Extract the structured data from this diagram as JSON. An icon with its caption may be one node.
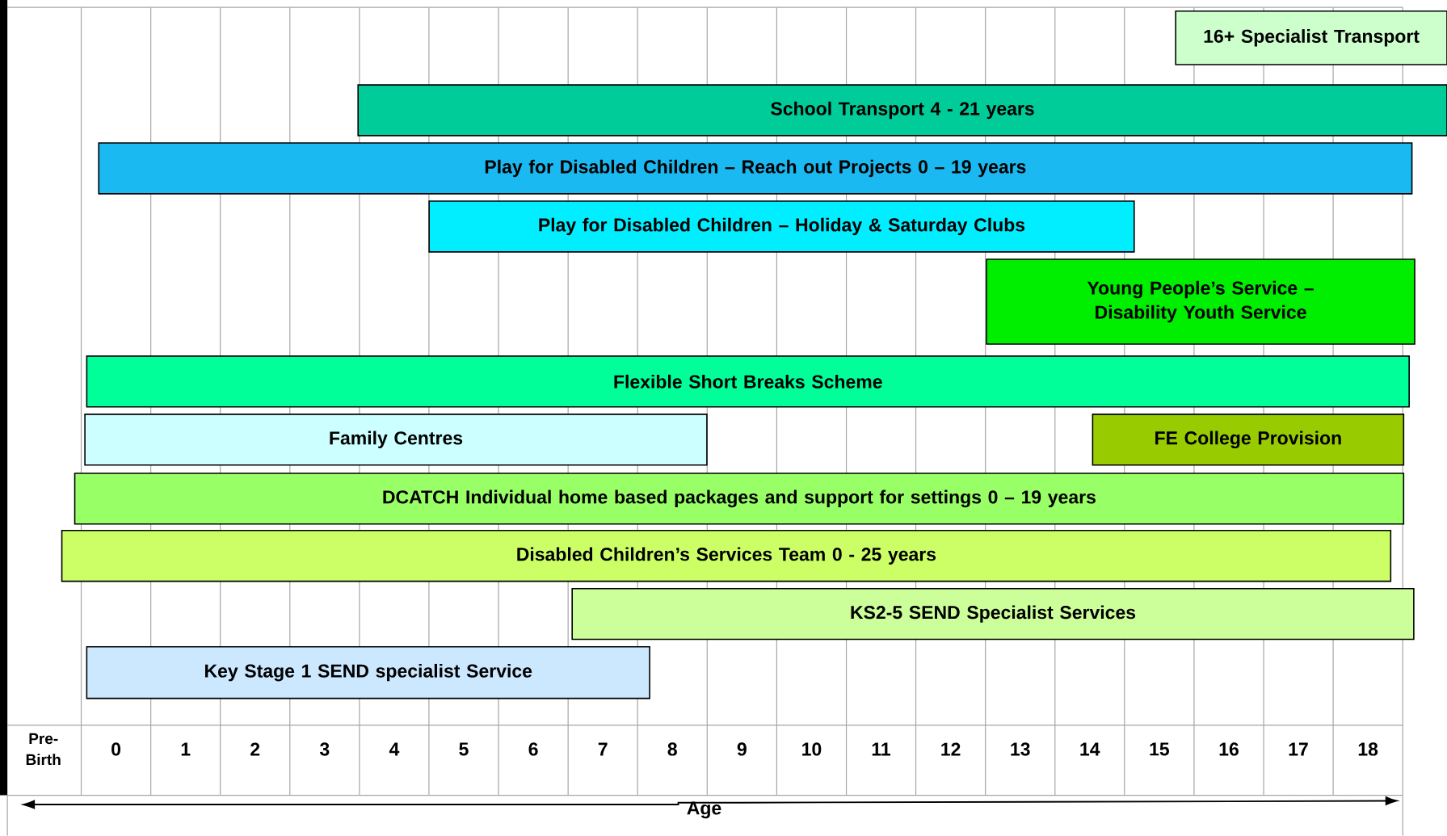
{
  "diagram": {
    "nodes": [
      {
        "text": [
          "16+ Specialist Transport"
        ]
      },
      {
        "text": [
          "School Transport 4 - 21 years"
        ]
      },
      {
        "text": [
          "Play for Disabled Children – Reach out Projects 0 – 19 years"
        ]
      },
      {
        "text": [
          "Play for Disabled Children – Holiday & Saturday Clubs"
        ]
      },
      {
        "text": [
          "Young People’s Service – Disability Youth Service"
        ]
      },
      {
        "text": [
          "Flexible Short Breaks Scheme"
        ]
      },
      {
        "text": [
          "Family Centres"
        ]
      },
      {
        "text": [
          "FE College Provision"
        ]
      },
      {
        "text": [
          "DCATCH Individual home based packages and support for settings 0 – 19 years"
        ]
      },
      {
        "text": [
          "Disabled Children’s Services Team 0 - 25 years"
        ]
      },
      {
        "text": [
          "KS2-5 SEND Specialist Services"
        ]
      },
      {
        "text": [
          "Key Stage 1 SEND specialist Service"
        ]
      }
    ],
    "labels": [
      "Pre-Birth",
      "0",
      "1",
      "2",
      "3",
      "4",
      "5",
      "6",
      "7",
      "8",
      "9",
      "10",
      "11",
      "12",
      "13",
      "14",
      "15",
      "16",
      "17",
      "18",
      "Age"
    ]
  }
}
